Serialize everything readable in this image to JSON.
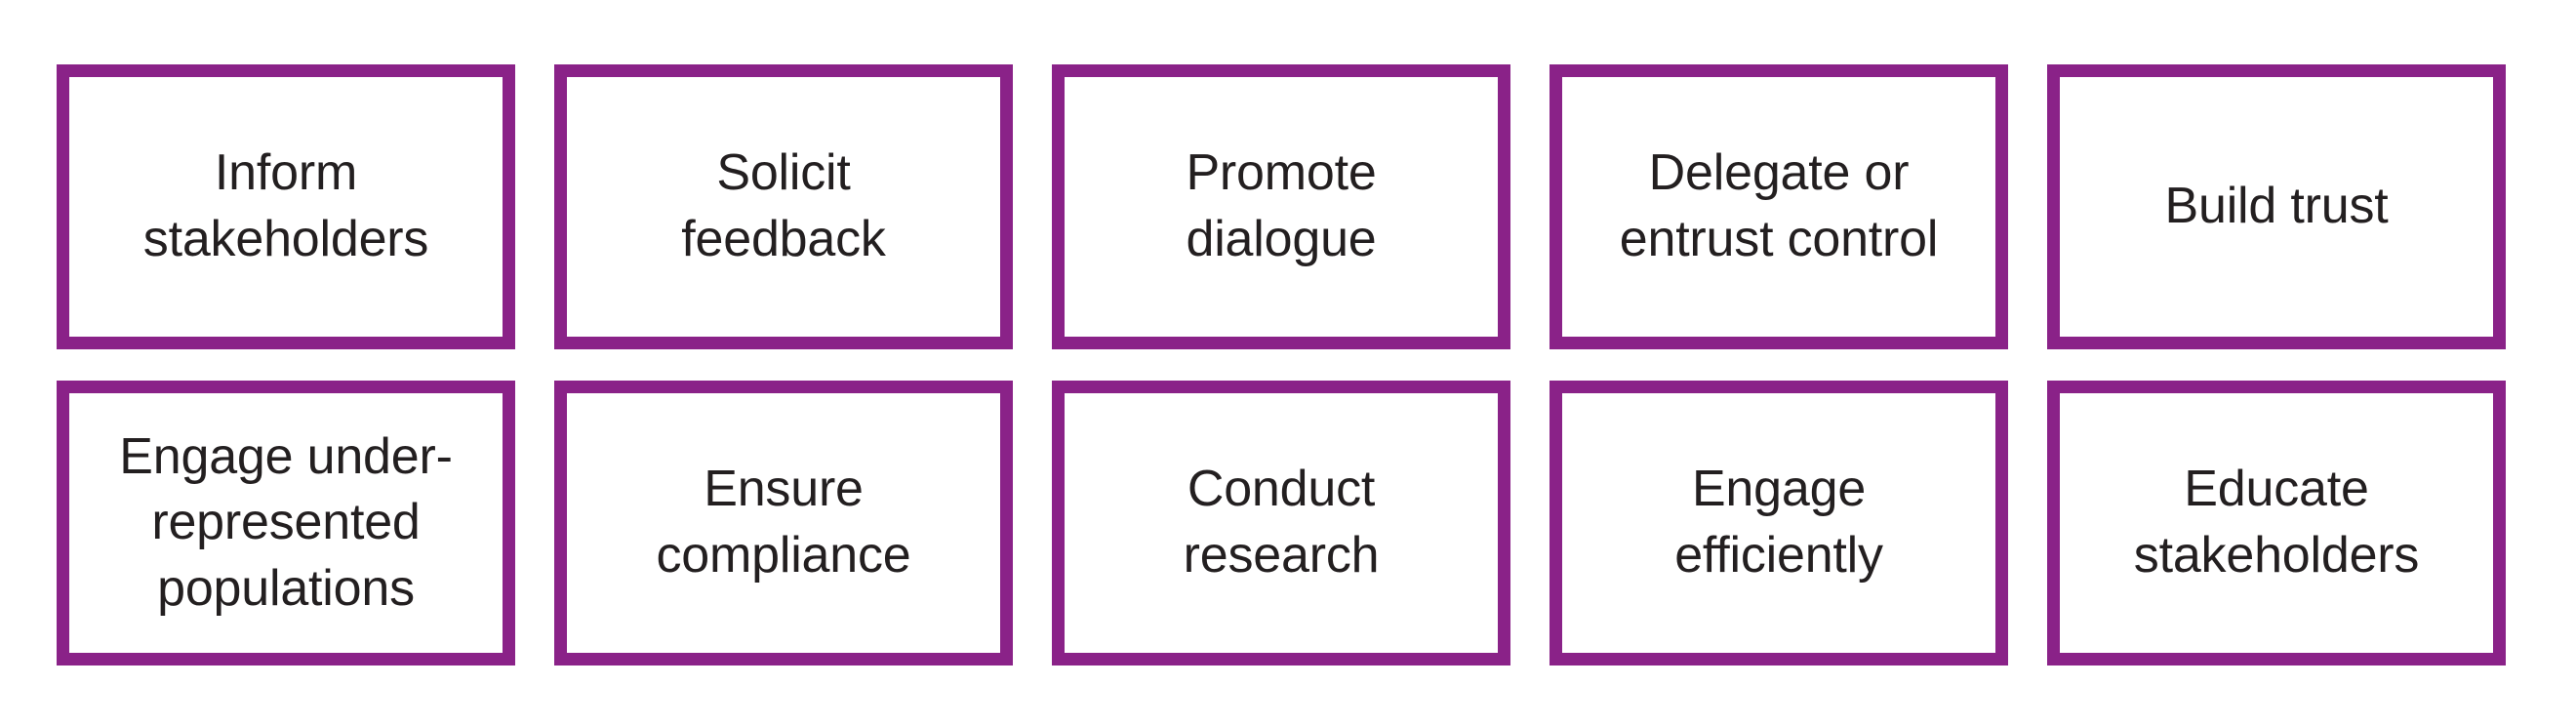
{
  "diagram": {
    "type": "grid-of-boxes",
    "rows": 2,
    "columns": 5,
    "colors": {
      "box_border": "#8a2288",
      "box_fill": "#ffffff",
      "text": "#231f20",
      "background": "#ffffff"
    },
    "cards": [
      {
        "id": "inform-stakeholders",
        "label": "Inform\nstakeholders",
        "row": 1,
        "column": 1
      },
      {
        "id": "solicit-feedback",
        "label": "Solicit\nfeedback",
        "row": 1,
        "column": 2
      },
      {
        "id": "promote-dialogue",
        "label": "Promote\ndialogue",
        "row": 1,
        "column": 3
      },
      {
        "id": "delegate-or-entrust-control",
        "label": "Delegate or\nentrust control",
        "row": 1,
        "column": 4
      },
      {
        "id": "build-trust",
        "label": "Build trust",
        "row": 1,
        "column": 5
      },
      {
        "id": "engage-underrepresented",
        "label": "Engage under-\nrepresented\npopulations",
        "row": 2,
        "column": 1
      },
      {
        "id": "ensure-compliance",
        "label": "Ensure\ncompliance",
        "row": 2,
        "column": 2
      },
      {
        "id": "conduct-research",
        "label": "Conduct\nresearch",
        "row": 2,
        "column": 3
      },
      {
        "id": "engage-efficiently",
        "label": "Engage\nefficiently",
        "row": 2,
        "column": 4
      },
      {
        "id": "educate-stakeholders",
        "label": "Educate\nstakeholders",
        "row": 2,
        "column": 5
      }
    ]
  }
}
